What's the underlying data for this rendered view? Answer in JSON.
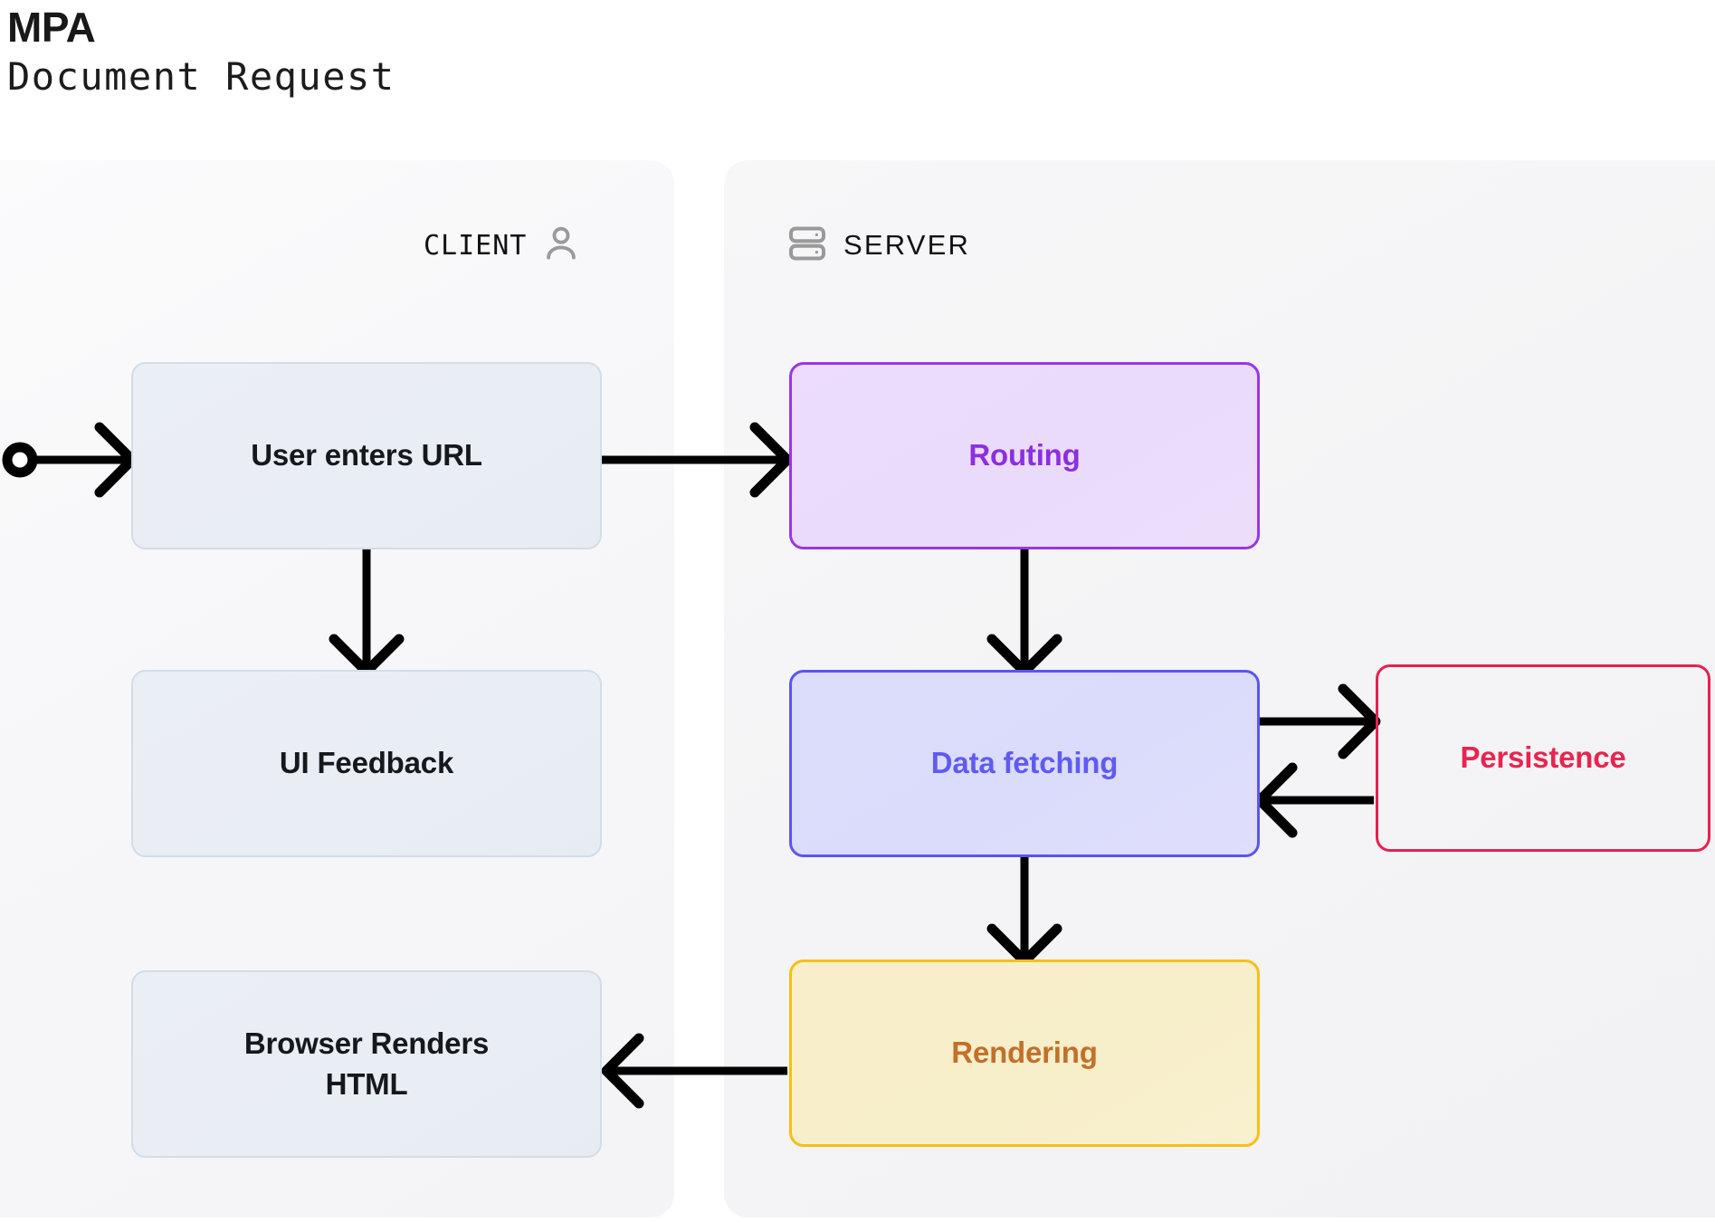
{
  "header": {
    "title": "MPA",
    "subtitle": "Document Request"
  },
  "lanes": [
    {
      "id": "client",
      "label": "CLIENT",
      "icon": "user-icon"
    },
    {
      "id": "server",
      "label": "SERVER",
      "icon": "server-icon"
    }
  ],
  "nodes": {
    "user_enters_url": {
      "label": "User enters URL",
      "lane": "client",
      "color": "#16181c"
    },
    "ui_feedback": {
      "label": "UI Feedback",
      "lane": "client",
      "color": "#16181c"
    },
    "browser_renders_line1": {
      "label": "Browser Renders",
      "lane": "client",
      "color": "#16181c"
    },
    "browser_renders_line2": {
      "label": "HTML",
      "lane": "client",
      "color": "#16181c"
    },
    "routing": {
      "label": "Routing",
      "lane": "server",
      "color": "#8b2fe0"
    },
    "data_fetching": {
      "label": "Data fetching",
      "lane": "server",
      "color": "#5f5bf2"
    },
    "rendering": {
      "label": "Rendering",
      "lane": "server",
      "color": "#c2702a"
    },
    "persistence": {
      "label": "Persistence",
      "lane": "server",
      "color": "#e8254f"
    }
  },
  "edges": [
    {
      "name": "start-to-user-enters-url",
      "from": "start-marker",
      "to": "user_enters_url",
      "direction": "right"
    },
    {
      "name": "user-enters-url-to-routing",
      "from": "user_enters_url",
      "to": "routing",
      "direction": "right"
    },
    {
      "name": "user-enters-url-to-ui-feedback",
      "from": "user_enters_url",
      "to": "ui_feedback",
      "direction": "down"
    },
    {
      "name": "routing-to-data-fetching",
      "from": "routing",
      "to": "data_fetching",
      "direction": "down"
    },
    {
      "name": "data-fetching-to-persistence",
      "from": "data_fetching",
      "to": "persistence",
      "direction": "right"
    },
    {
      "name": "persistence-to-data-fetching",
      "from": "persistence",
      "to": "data_fetching",
      "direction": "left"
    },
    {
      "name": "data-fetching-to-rendering",
      "from": "data_fetching",
      "to": "rendering",
      "direction": "down"
    },
    {
      "name": "rendering-to-browser-renders",
      "from": "rendering",
      "to": "browser_renders_line1",
      "direction": "left"
    }
  ],
  "palette": {
    "arrow": "#000000",
    "panel_client_bg": "#f7f7f9",
    "panel_server_bg": "#f4f4f6",
    "neutral_border": "#d3dce8",
    "purple_border": "#9b35e8",
    "indigo_border": "#5b55f0",
    "red_border": "#e8204e",
    "amber_border": "#f5c014",
    "lane_icon": "#9a9a9a"
  }
}
